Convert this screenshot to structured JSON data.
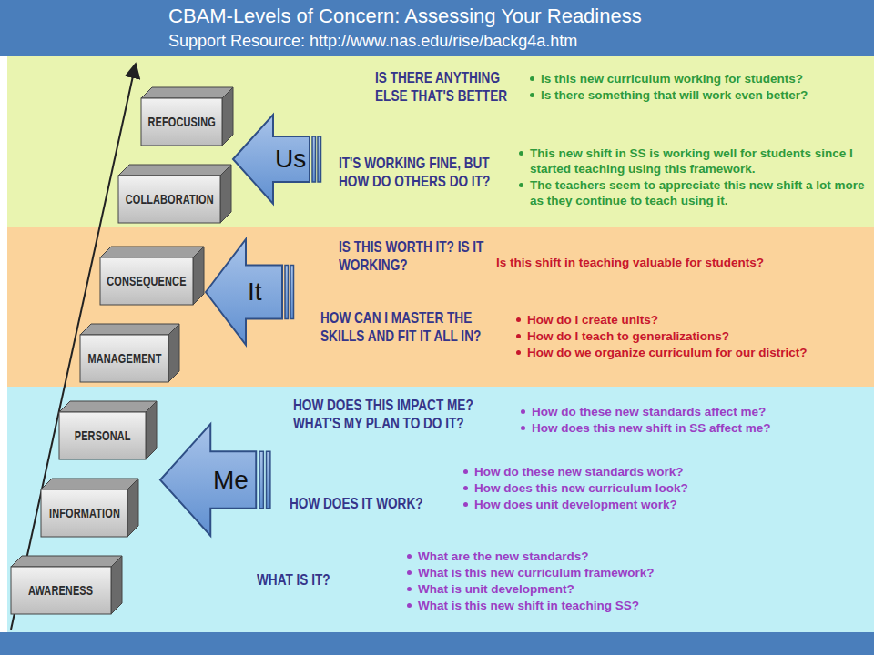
{
  "diagram": {
    "title": "CBAM-Levels of Concern: Assessing Your Readiness",
    "nodes": [
      {
        "text": [
          "REFOCUSING"
        ]
      },
      {
        "text": [
          "Us"
        ]
      },
      {
        "text": [
          "COLLABORATION"
        ]
      },
      {
        "text": [
          "CONSEQUENCE"
        ]
      },
      {
        "text": [
          "It"
        ]
      },
      {
        "text": [
          "MANAGEMENT"
        ]
      },
      {
        "text": [
          "PERSONAL"
        ]
      },
      {
        "text": [
          "Me"
        ]
      },
      {
        "text": [
          "INFORMATION"
        ]
      },
      {
        "text": [
          "AWARENESS"
        ]
      }
    ],
    "labels": [
      "Support Resource: http://www.nas.edu/rise/backg4a.htm",
      "IS THERE ANYTHING ELSE THAT'S BETTER",
      "Is this new curriculum working for students?",
      "Is there something that will work even better?",
      "IT'S WORKING FINE, BUT HOW DO OTHERS DO IT?",
      "This new shift in SS is working well for students since I started teaching using this framework.",
      "The teachers seem to appreciate this new shift a lot more as they continue to teach using it.",
      "IS THIS WORTH IT? IS IT WORKING?",
      "Is this shift in teaching valuable for students?",
      "HOW CAN I MASTER THE SKILLS AND FIT IT ALL IN?",
      "How do I create units?",
      "How do I teach to generalizations?",
      "How do we organize curriculum for our district?",
      "HOW DOES THIS IMPACT ME? WHAT'S MY PLAN TO DO IT?",
      "How do these new standards affect me?",
      "How does this new shift in SS affect me?",
      "HOW DOES IT WORK?",
      "How do these new standards work?",
      "How does this new curriculum look?",
      "How does unit development work?",
      "WHAT IS IT?",
      "What are the new standards?",
      "What is this new curriculum framework?",
      "What is unit development?",
      "What is this new shift in teaching SS?"
    ]
  }
}
